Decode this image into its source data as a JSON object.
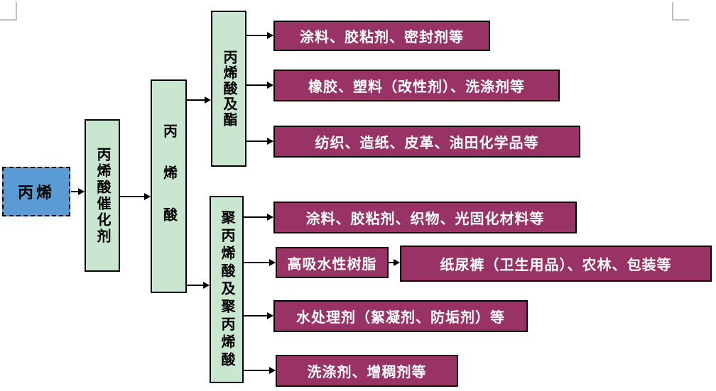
{
  "colors": {
    "source_fill": "#5B9BD5",
    "intermediate_fill": "#C9E7D0",
    "application_fill": "#993366",
    "application_text": "#FFFFFF",
    "line": "#000000",
    "corner_mark": "#BFBFBF"
  },
  "flow": {
    "source": {
      "label": "丙烯"
    },
    "catalyst": {
      "label": "丙烯酸催化剂"
    },
    "acid": {
      "label": "丙烯酸"
    },
    "branches": [
      {
        "group": {
          "label": "丙烯酸及酯"
        },
        "applications": [
          {
            "label": "涂料、胶粘剂、密封剂等"
          },
          {
            "label": "橡胶、塑料（改性剂）、洗涤剂等"
          },
          {
            "label": "纺织、造纸、皮革、油田化学品等"
          }
        ]
      },
      {
        "group": {
          "label": "聚丙烯酸及聚丙烯酸"
        },
        "applications": [
          {
            "label": "涂料、胶粘剂、织物、光固化材料等"
          },
          {
            "label": "高吸水性树脂",
            "sub": {
              "label": "纸尿裤（卫生用品）、农林、包装等"
            }
          },
          {
            "label": "水处理剂（絮凝剂、防垢剂）等"
          },
          {
            "label": "洗涤剂、增稠剂等"
          }
        ]
      }
    ]
  }
}
